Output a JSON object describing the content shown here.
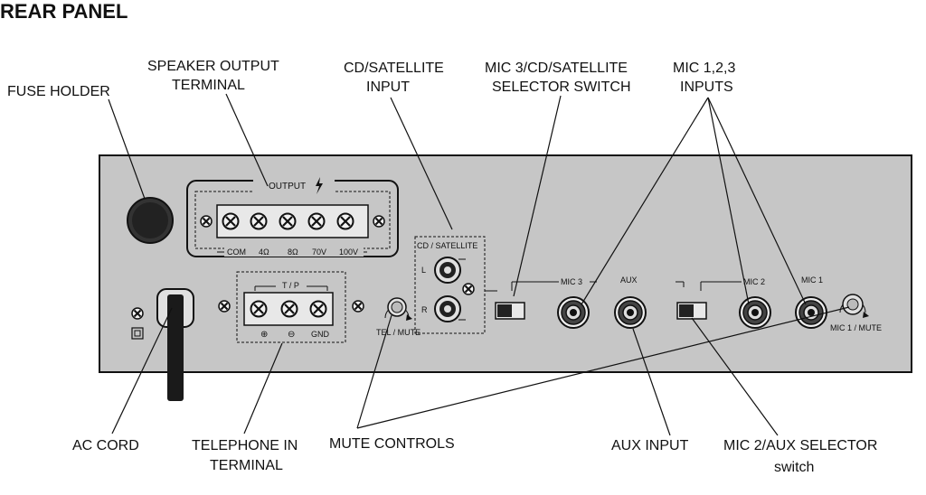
{
  "title": "REAR PANEL",
  "callouts": {
    "fuse_holder": "FUSE HOLDER",
    "speaker_output_l1": "SPEAKER OUTPUT",
    "speaker_output_l2": "TERMINAL",
    "cd_input_l1": "CD/SATELLITE",
    "cd_input_l2": "INPUT",
    "selector_l1": "MIC 3/CD/SATELLITE",
    "selector_l2": "SELECTOR SWITCH",
    "mic_inputs_l1": "MIC 1,2,3",
    "mic_inputs_l2": "INPUTS",
    "ac_cord": "AC CORD",
    "telephone_l1": "TELEPHONE IN",
    "telephone_l2": "TERMINAL",
    "mute_controls": "MUTE CONTROLS",
    "aux_input": "AUX INPUT",
    "mic2_aux_l1": "MIC 2/AUX SELECTOR",
    "mic2_aux_l2": "switch"
  },
  "panel": {
    "output_label": "OUTPUT",
    "speaker_terminals": [
      "COM",
      "4Ω",
      "8Ω",
      "70V",
      "100V"
    ],
    "tp_label": "T / P",
    "tp_terminals": [
      "⊕",
      "⊖",
      "GND"
    ],
    "cd_box_label": "CD / SATELLITE",
    "cd_left": "L",
    "cd_right": "R",
    "mic3": "MIC 3",
    "aux": "AUX",
    "mic2": "MIC 2",
    "mic1": "MIC 1",
    "tel_mute": "TEL / MUTE",
    "mic1_mute": "MIC 1 / MUTE"
  }
}
